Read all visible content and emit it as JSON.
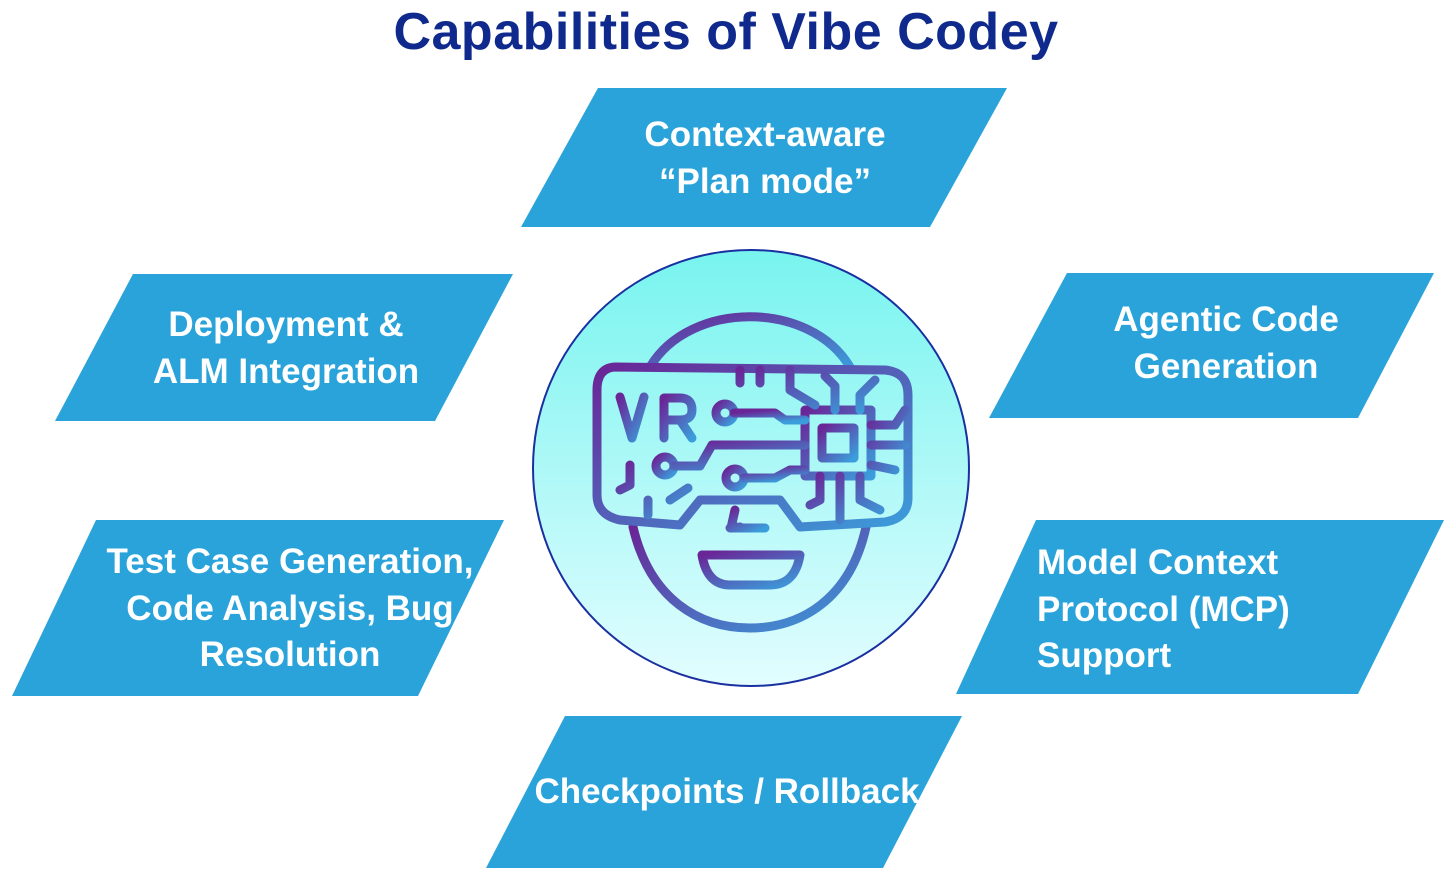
{
  "title": "Capabilities of Vibe Codey",
  "colors": {
    "title": "#0f2a8c",
    "box": "#29a3d9",
    "box_text": "#ffffff",
    "circle_border": "#1a2fa0",
    "circle_top": "#7af5f0",
    "circle_bottom": "#e2fdff",
    "icon_start": "#6a2596",
    "icon_end": "#3b9ddb"
  },
  "center_icon": {
    "name": "vr-headset-face-icon",
    "label": "VR"
  },
  "capabilities": [
    {
      "id": "plan-mode",
      "lines": [
        "Context-aware",
        "“Plan mode”"
      ]
    },
    {
      "id": "deployment",
      "lines": [
        "Deployment &",
        "ALM Integration"
      ]
    },
    {
      "id": "agentic",
      "lines": [
        "Agentic Code",
        "Generation"
      ]
    },
    {
      "id": "testing",
      "lines": [
        "Test Case Generation,",
        "Code Analysis, Bug",
        "Resolution"
      ]
    },
    {
      "id": "mcp",
      "lines": [
        "Model Context",
        "Protocol (MCP)",
        "Support"
      ]
    },
    {
      "id": "checkpoints",
      "lines": [
        "Checkpoints / Rollback"
      ]
    }
  ]
}
